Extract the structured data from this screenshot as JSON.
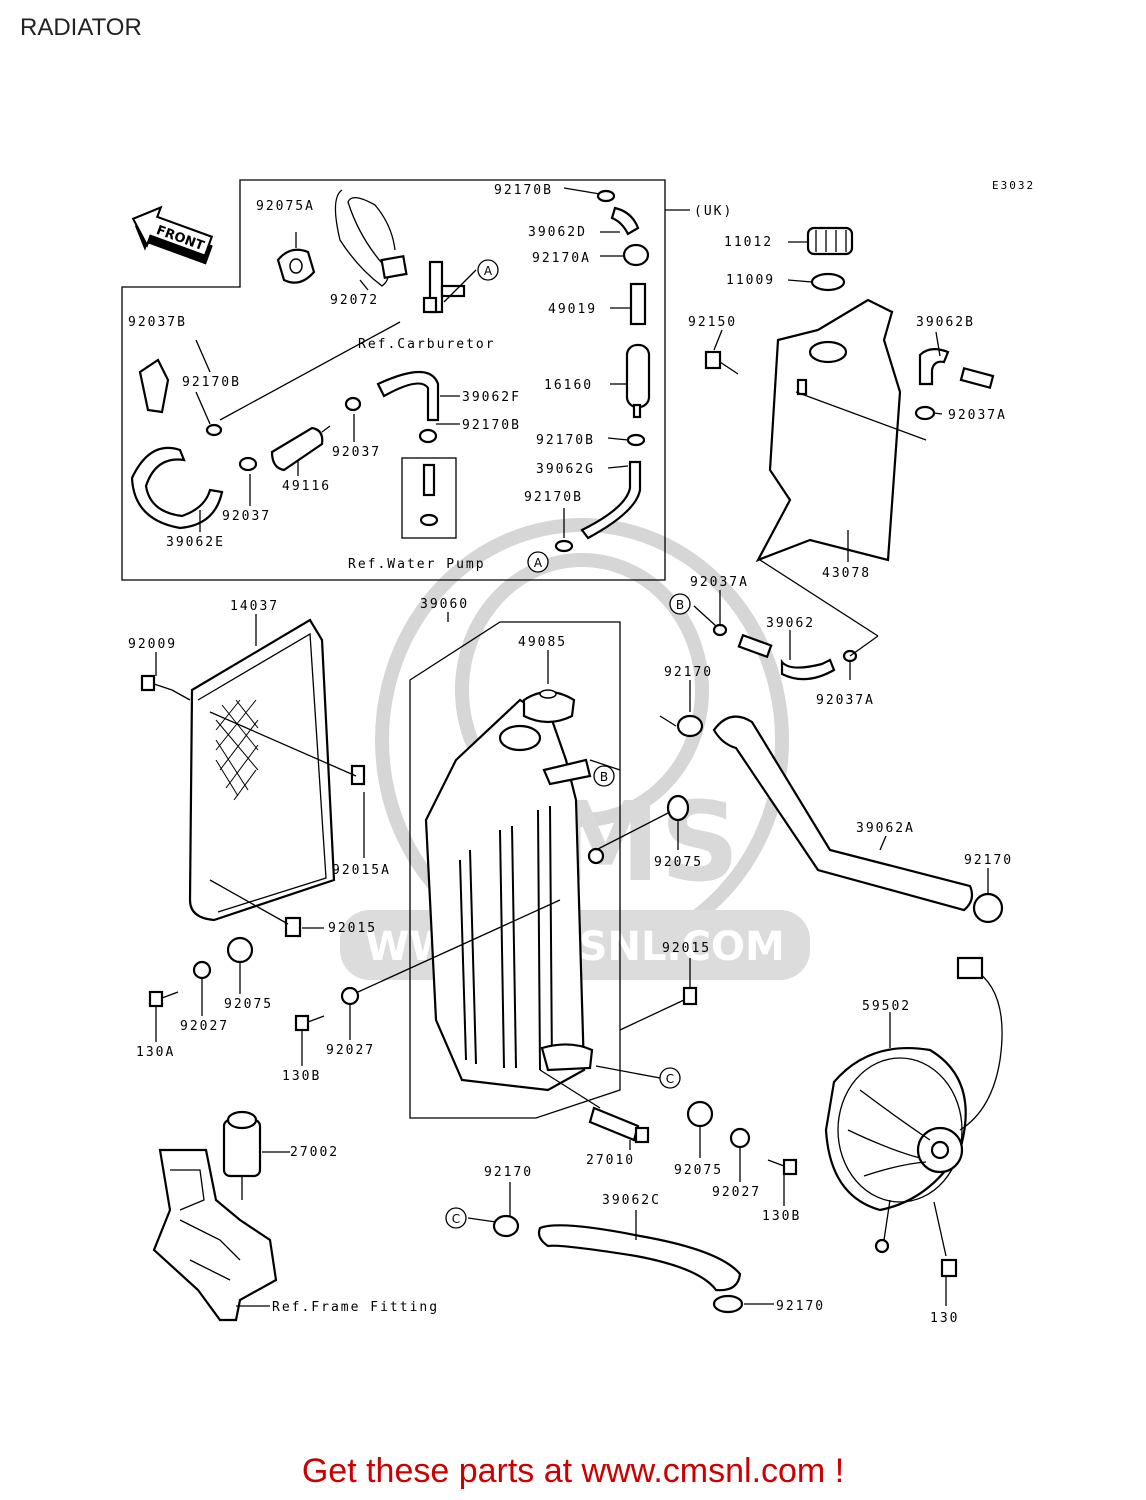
{
  "page": {
    "title": "RADIATOR",
    "diagram_code": "E3032",
    "footer_link": "Get these parts at www.cmsnl.com !",
    "watermark": "WWW.CMSNL.COM",
    "watermark_brand": "CMS",
    "front_label": "FRONT"
  },
  "labels": {
    "p92075A": "92075A",
    "p92072": "92072",
    "p92170B_1": "92170B",
    "p39062D": "39062D",
    "pUK": "(UK)",
    "p92170A": "92170A",
    "p49019": "49019",
    "p16160": "16160",
    "p92037B": "92037B",
    "refCarb": "Ref.Carburetor",
    "p92170B_2": "92170B",
    "p39062F": "39062F",
    "p92170B_3": "92170B",
    "p92037_1": "92037",
    "p49116": "49116",
    "p92037_2": "92037",
    "p39062E": "39062E",
    "p92170B_4": "92170B",
    "p39062G": "39062G",
    "p92170B_5": "92170B",
    "refWP": "Ref.Water Pump",
    "p11012": "11012",
    "p11009": "11009",
    "p92150": "92150",
    "p39062B": "39062B",
    "p92037A_1": "92037A",
    "p43078": "43078",
    "p92037A_2": "92037A",
    "p39062": "39062",
    "p92037A_3": "92037A",
    "p14037": "14037",
    "p92009": "92009",
    "p39060": "39060",
    "p49085": "49085",
    "p92170_1": "92170",
    "p39062A": "39062A",
    "p92075_1": "92075",
    "p92170_2": "92170",
    "p92015A": "92015A",
    "p92015_1": "92015",
    "p92015_2": "92015",
    "p92075_2": "92075",
    "p92027_1": "92027",
    "p130A": "130A",
    "p92027_2": "92027",
    "p130B_1": "130B",
    "p59502": "59502",
    "p27002": "27002",
    "p27010": "27010",
    "p92075_3": "92075",
    "p92027_3": "92027",
    "p130B_2": "130B",
    "p92170_3": "92170",
    "p39062C": "39062C",
    "p92170_4": "92170",
    "p130": "130",
    "refFrame": "Ref.Frame Fitting"
  },
  "callouts": {
    "a1": "A",
    "a2": "A",
    "b1": "B",
    "b2": "B",
    "c1": "C",
    "c2": "C"
  },
  "colors": {
    "footer": "#cc0000",
    "line": "#000000",
    "watermark": "#d6d6d6"
  }
}
